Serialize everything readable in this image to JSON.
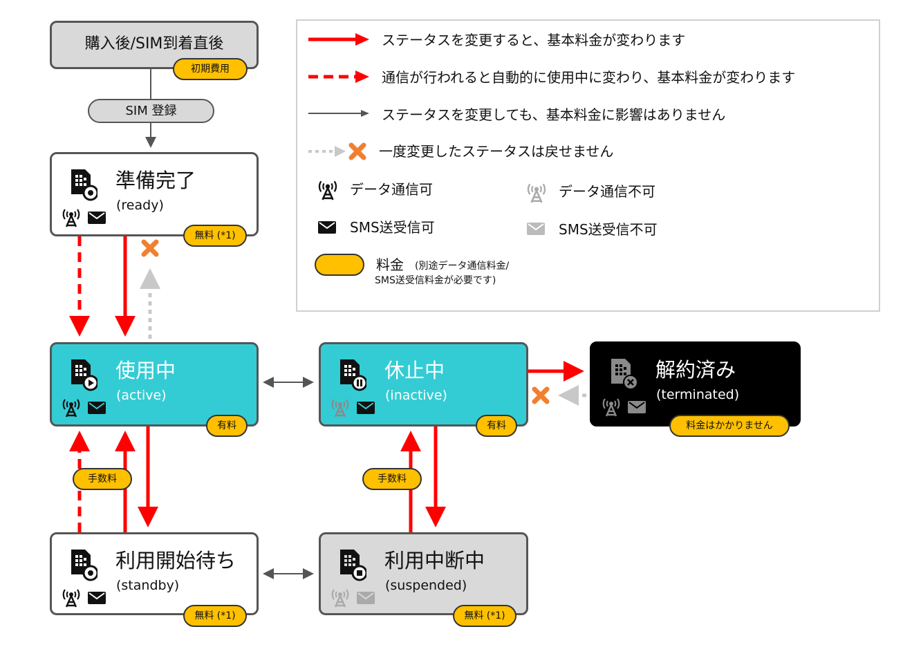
{
  "nodes": {
    "purchase": {
      "title": "購入後/SIM到着直後",
      "fee": "初期費用"
    },
    "sim_register": {
      "label": "SIM 登録"
    },
    "ready": {
      "title": "準備完了",
      "sub": "(ready)",
      "fee": "無料 (*1)"
    },
    "active": {
      "title": "使用中",
      "sub": "(active)",
      "fee": "有料"
    },
    "inactive": {
      "title": "休止中",
      "sub": "(inactive)",
      "fee": "有料"
    },
    "terminated": {
      "title": "解約済み",
      "sub": "(terminated)",
      "fee": "料金はかかりません"
    },
    "standby": {
      "title": "利用開始待ち",
      "sub": "(standby)",
      "fee": "無料 (*1)"
    },
    "suspended": {
      "title": "利用中断中",
      "sub": "(suspended)",
      "fee": "無料 (*1)"
    }
  },
  "transition_fees": {
    "standby_to_active": "手数料",
    "suspended_to_inactive": "手数料"
  },
  "legend": {
    "red_solid": "ステータスを変更すると、基本料金が変わります",
    "red_dashed": "通信が行われると自動的に使用中に変わり、基本料金が変わります",
    "gray_solid": "ステータスを変更しても、基本料金に影響はありません",
    "gray_dotted": "一度変更したステータスは戻せません",
    "data_ok": "データ通信可",
    "data_ng": "データ通信不可",
    "sms_ok": "SMS送受信可",
    "sms_ng": "SMS送受信不可",
    "fee_title": "料金",
    "fee_note_1": "(別途データ通信料金/",
    "fee_note_2": "SMS送受信料金が必要です)"
  },
  "colors": {
    "red_arrow": "#ff0000",
    "gray_arrow": "#555555",
    "dotted_arrow": "#c8c8c8",
    "teal": "#33ccd4",
    "fee_pill": "#ffc000",
    "cross": "#f08030",
    "suspended_bg": "#d9d9d9",
    "terminated_bg": "#000000"
  },
  "icons": {
    "sim": "sim-card-icon",
    "antenna": "antenna-icon",
    "mail": "mail-icon",
    "cross": "cross-icon"
  }
}
